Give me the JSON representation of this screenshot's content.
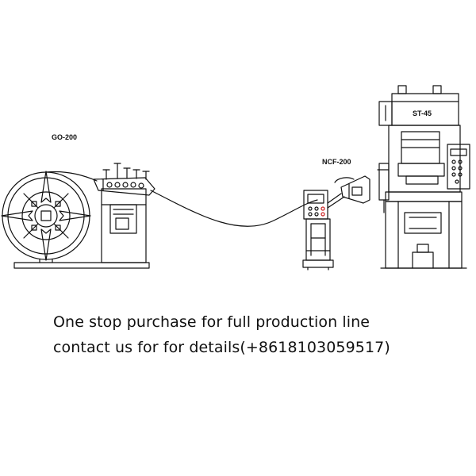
{
  "diagram": {
    "machines": [
      {
        "id": "decoiler",
        "label": "GO-200"
      },
      {
        "id": "feeder",
        "label": "NCF-200"
      },
      {
        "id": "press",
        "label": "ST-45"
      }
    ]
  },
  "caption": {
    "line1": "One stop purchase for full production line",
    "line2": "contact us for for details(+8618103059517)"
  },
  "colors": {
    "line": "#111111",
    "background": "#ffffff",
    "accent_red": "#cc2222"
  }
}
